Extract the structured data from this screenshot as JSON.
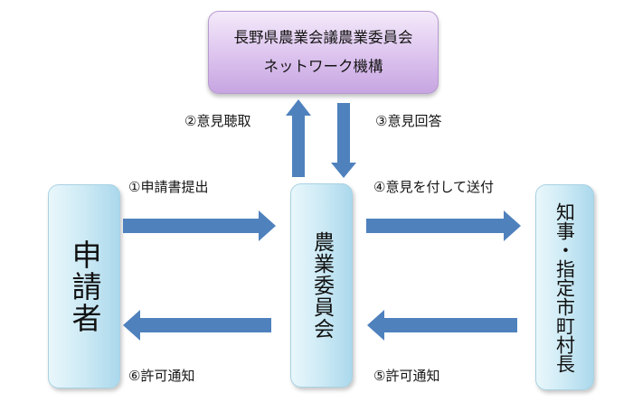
{
  "colors": {
    "arrow": "#4f81bd",
    "top_box": "#d8bfea",
    "side_boxes": "#c6e6f3"
  },
  "network": {
    "line1": "長野県農業会議農業委員会",
    "line2": "ネットワーク機構"
  },
  "applicant": {
    "label": "申請者"
  },
  "committee": {
    "label": "農業委員会"
  },
  "governor": {
    "label": "知事・指定市町村長"
  },
  "steps": {
    "step1": "①申請書提出",
    "step2": "②意見聴取",
    "step3": "③意見回答",
    "step4": "④意見を付して送付",
    "step5": "⑤許可通知",
    "step6": "⑥許可通知"
  }
}
